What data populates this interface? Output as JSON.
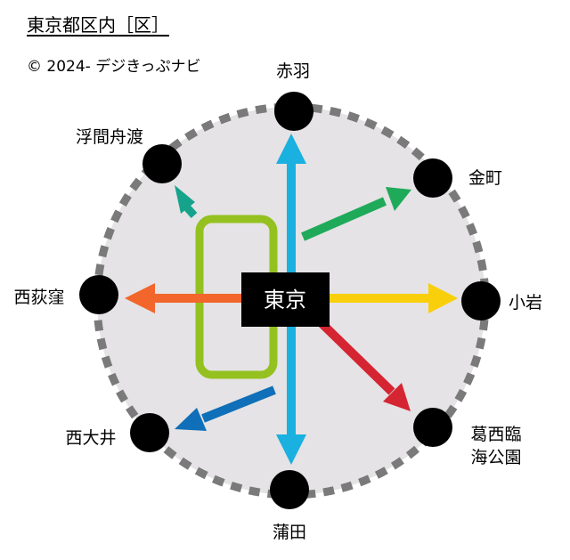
{
  "header": {
    "title": "東京都区内［区］",
    "copyright": "© 2024- デジきっぷナビ"
  },
  "center": {
    "label": "東京"
  },
  "stations": [
    {
      "id": "akabane",
      "label": "赤羽"
    },
    {
      "id": "ukima",
      "label": "浮間舟渡"
    },
    {
      "id": "kanamachi",
      "label": "金町"
    },
    {
      "id": "nishiogi",
      "label": "西荻窪"
    },
    {
      "id": "koiwa",
      "label": "小岩"
    },
    {
      "id": "nishioi",
      "label": "西大井"
    },
    {
      "id": "kasai",
      "label": "葛西臨海公園"
    },
    {
      "id": "kamata",
      "label": "蒲田"
    }
  ],
  "kasai_label_lines": [
    "葛西臨",
    "海公園"
  ],
  "colors": {
    "circle_fill": "#e5e3e5",
    "circle_dash": "#7a7a7a",
    "loop": "#94c11f",
    "akabane_kamata": "#1ab0e0",
    "ukima": "#16a38c",
    "kanamachi": "#1faa5a",
    "nishiogi": "#f2662b",
    "koiwa": "#f9cf0b",
    "nishioi": "#0f6fb8",
    "kasai": "#d52532",
    "station": "#000000",
    "center_box": "#000000"
  }
}
